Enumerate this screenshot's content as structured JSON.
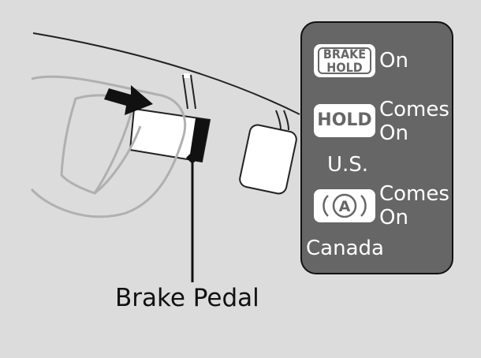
{
  "callout": {
    "label": "Brake Pedal"
  },
  "panel": {
    "brake_hold_indicator": {
      "line1": "BRAKE",
      "line2": "HOLD",
      "status": "On"
    },
    "hold_indicator": {
      "icon_text": "HOLD",
      "status_line1": "Comes",
      "status_line2": "On",
      "region": "U.S."
    },
    "auto_brake_indicator": {
      "icon_text": "A",
      "status_line1": "Comes",
      "status_line2": "On",
      "region": "Canada"
    }
  },
  "colors": {
    "background": "#dcdcdc",
    "panel": "#666666",
    "indicator": "#ffffff"
  }
}
